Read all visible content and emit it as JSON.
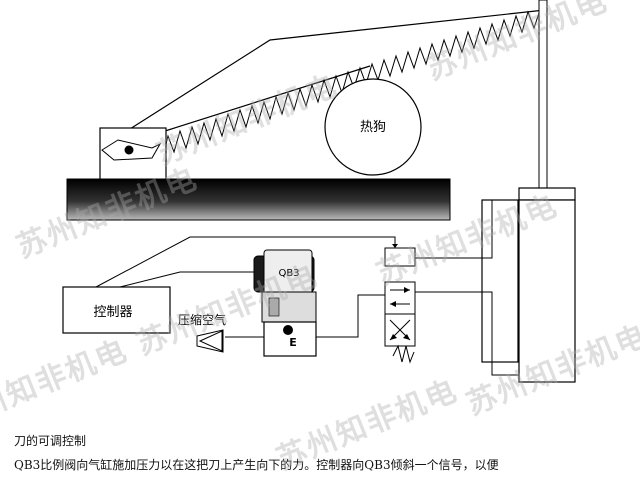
{
  "diagram": {
    "labels": {
      "hot_dog": "热狗",
      "controller": "控制器",
      "qb3": "QB3",
      "compressed_air": "压缩空气",
      "exhaust": "E"
    }
  },
  "caption": {
    "title": "刀的可调控制",
    "body": "QB3比例阀向气缸施加压力以在这把刀上产生向下的力。控制器向QB3倾斜一个信号，以便"
  },
  "watermark": {
    "text": "苏州知非机电"
  }
}
